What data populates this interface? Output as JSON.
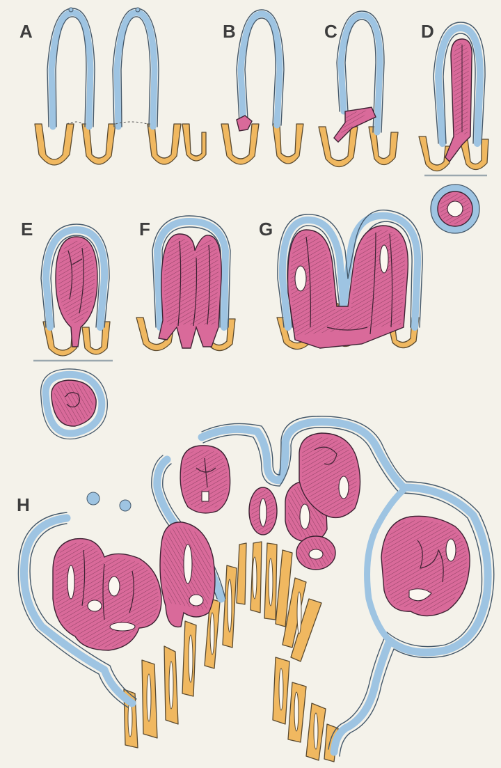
{
  "panels": [
    {
      "label": "A"
    },
    {
      "label": "B"
    },
    {
      "label": "C"
    },
    {
      "label": "D"
    },
    {
      "label": "E"
    },
    {
      "label": "F"
    },
    {
      "label": "G"
    },
    {
      "label": "H"
    }
  ],
  "colors": {
    "background": "#f4f2ea",
    "epithelium_blue": "#9ec4e2",
    "crypt_orange": "#f0b860",
    "gland_pink": "#d96a9a",
    "label": "#3d3d3d"
  }
}
